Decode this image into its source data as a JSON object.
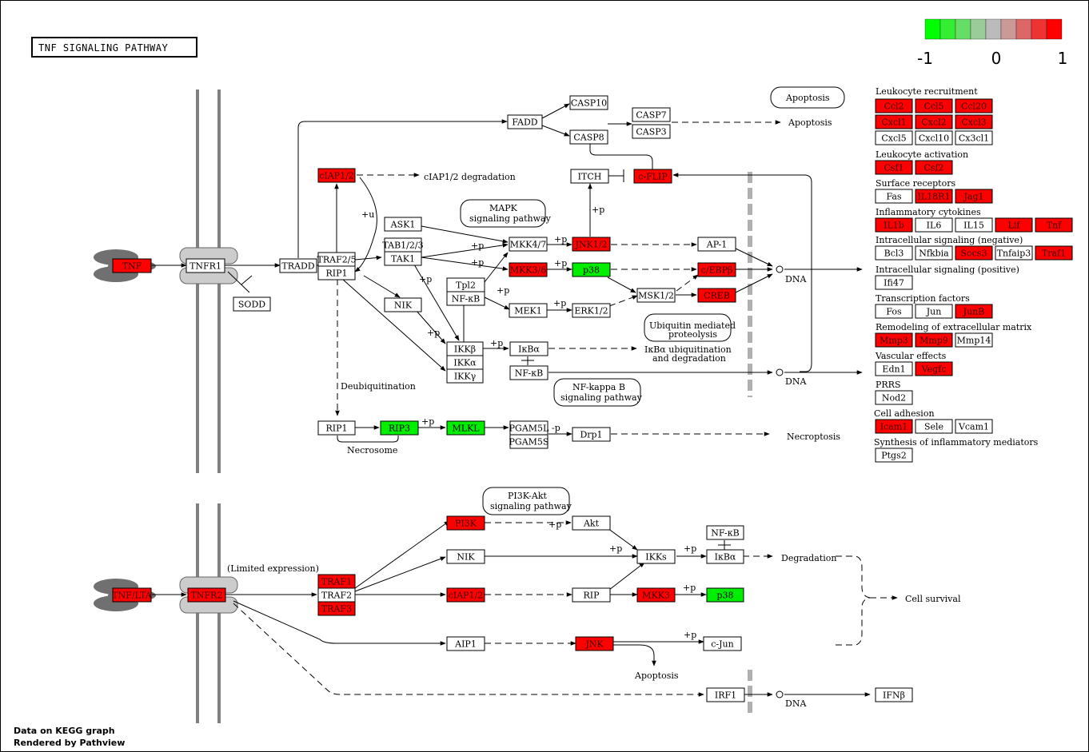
{
  "title": "TNF  SIGNALING  PATHWAY",
  "footer": [
    "Data on KEGG graph",
    "Rendered by Pathview"
  ],
  "legend": {
    "labels": [
      "-1",
      "0",
      "1"
    ],
    "colors": [
      "#00ff00",
      "#33ee33",
      "#66dd66",
      "#99cc99",
      "#bbbbbb",
      "#cc9999",
      "#dd6666",
      "#ee3333",
      "#ff0000"
    ]
  },
  "colors": {
    "up": "#ff0000",
    "down": "#00ee00",
    "none": "#ffffff"
  },
  "nodes": {
    "tnf": "TNF",
    "tnfr1": "TNFR1",
    "sodd": "SODD",
    "tradd": "TRADD",
    "traf25": "TRAF2/5",
    "rip1a": "RIP1",
    "ciap12a": "cIAP1/2",
    "ask1": "ASK1",
    "tab123": "TAB1/2/3",
    "tak1": "TAK1",
    "nik1": "NIK",
    "fadd": "FADD",
    "casp10": "CASP10",
    "casp8": "CASP8",
    "casp7": "CASP7",
    "casp3": "CASP3",
    "itch": "ITCH",
    "cflip": "c-FLIP",
    "mkk47": "MKK4/7",
    "jnk12": "JNK1/2",
    "ap1": "AP-1",
    "mkk36": "MKK3/6",
    "p38a": "p38",
    "cebpb": "c/EBPβ",
    "tpl2": "Tpl2",
    "nfkb1": "NF-κB",
    "mek1": "MEK1",
    "erk12": "ERK1/2",
    "msk12": "MSK1/2",
    "creb": "CREB",
    "ikkb": "IKKβ",
    "ikka": "IKKα",
    "ikkg": "IKKγ",
    "ikba1": "IκBα",
    "nfkb2": "NF-κB",
    "rip1b": "RIP1",
    "rip3": "RIP3",
    "mlkl": "MLKL",
    "pgam5l": "PGAM5L",
    "pgam5s": "PGAM5S",
    "drp1": "Drp1",
    "tnflta": "TNF/LTA",
    "tnfr2": "TNFR2",
    "traf1": "TRAF1",
    "traf2": "TRAF2",
    "traf3": "TRAF3",
    "pi3k": "PI3K",
    "akt": "Akt",
    "nik2": "NIK",
    "ikks": "IKKs",
    "nfkb3": "NF-κB",
    "ikba2": "IκBα",
    "ciap12b": "cIAP1/2",
    "rip": "RIP",
    "mkk3": "MKK3",
    "p38b": "p38",
    "aip1": "AIP1",
    "jnk": "JNK",
    "cjun": "c-Jun",
    "irf1": "IRF1",
    "ifnb": "IFNβ",
    "ccl2": "Ccl2",
    "ccl5": "Ccl5",
    "ccl20": "Ccl20",
    "cxcl1": "Cxcl1",
    "cxcl2": "Cxcl2",
    "cxcl3": "Cxcl3",
    "cxcl5": "Cxcl5",
    "cxcl10": "Cxcl10",
    "cx3cl1": "Cx3cl1",
    "csf1": "Csf1",
    "csf2": "Csf2",
    "fas": "Fas",
    "il18r1": "IL18R1",
    "jag1": "Jag1",
    "il1b": "IL1b",
    "il6": "IL6",
    "il15": "IL15",
    "lif": "Lif",
    "tnf2": "Tnf",
    "bcl3": "Bcl3",
    "nfkbia": "Nfkbia",
    "socs3": "Socs3",
    "tnfaip3": "Tnfaip3",
    "traf1b": "Traf1",
    "ifi47": "Ifi47",
    "fos": "Fos",
    "jun": "Jun",
    "junb": "JunB",
    "mmp3": "Mmp3",
    "mmp9": "Mmp9",
    "mmp14": "Mmp14",
    "edn1": "Edn1",
    "vegfc": "Vegfc",
    "nod2": "Nod2",
    "icam1": "Icam1",
    "sele": "Sele",
    "vcam1": "Vcam1",
    "ptgs2": "Ptgs2"
  },
  "labels": {
    "apoptosis_box": "Apoptosis",
    "apoptosis1": "Apoptosis",
    "ciap_deg": "cIAP1/2 degradation",
    "mapk_1": "MAPK",
    "mapk_2": "signaling pathway",
    "dna1": "DNA",
    "dna2": "DNA",
    "dna3": "DNA",
    "ubiq_1": "Ubiquitin mediated",
    "ubiq_2": "proteolysis",
    "ikba_deg_1": "IκBα ubiquitination",
    "ikba_deg_2": "and degradation",
    "nfkappa_1": "NF-kappa B",
    "nfkappa_2": "signaling pathway",
    "deubiq": "Deubiquitination",
    "necrosome": "Necrosome",
    "necroptosis": "Necroptosis",
    "pi3k_1": "PI3K-Akt",
    "pi3k_2": "signaling pathway",
    "limited": "(Limited expression)",
    "degradation": "Degradation",
    "cell_survival": "Cell survival",
    "apoptosis2": "Apoptosis",
    "u": "+u",
    "p1": "+p",
    "p2": "+p",
    "p3": "+p",
    "p4": "+p",
    "p5": "+p",
    "p6": "+p",
    "p7": "+p",
    "p8": "+p",
    "p9": "+p",
    "p10": "+p",
    "p11": "+p",
    "p12": "+p",
    "p13": "+p",
    "p14": "+p",
    "p15": "+p",
    "p16": "+p",
    "mp": "-p"
  },
  "groups": {
    "leuko_recruit": "Leukocyte recruitment",
    "leuko_act": "Leukocyte activation",
    "surface": "Surface receptors",
    "inflam": "Inflammatory cytokines",
    "intra_neg": "Intracellular signaling (negative)",
    "intra_pos": "Intracellular signaling (positive)",
    "transcr": "Transcription factors",
    "remodel": "Remodeling of extracellular matrix",
    "vascular": "Vascular effects",
    "prrs": "PRRS",
    "adhesion": "Cell adhesion",
    "synth": "Synthesis of inflammatory mediators"
  }
}
